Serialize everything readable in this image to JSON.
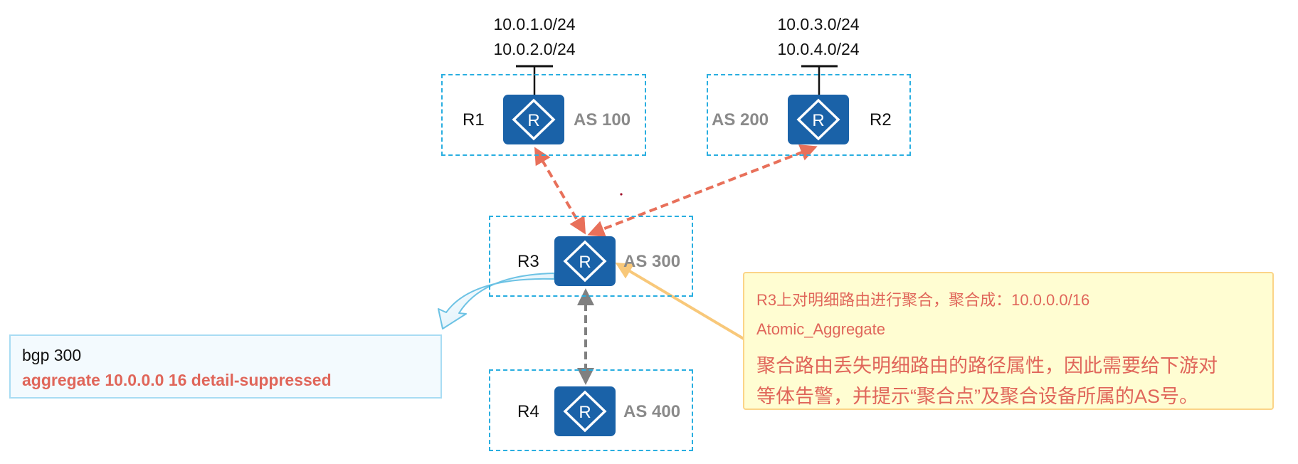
{
  "diagram": {
    "routers": [
      {
        "id": "R1",
        "name": "R1",
        "as": "AS 100",
        "subnets": [
          "10.0.1.0/24",
          "10.0.2.0/24"
        ]
      },
      {
        "id": "R2",
        "name": "R2",
        "as": "AS 200",
        "subnets": [
          "10.0.3.0/24",
          "10.0.4.0/24"
        ]
      },
      {
        "id": "R3",
        "name": "R3",
        "as": "AS 300",
        "subnets": []
      },
      {
        "id": "R4",
        "name": "R4",
        "as": "AS 400",
        "subnets": []
      }
    ],
    "router_icon_glyph": "R",
    "links": [
      {
        "from": "R1",
        "to": "R3",
        "style": "dashed",
        "direction": "bidirectional",
        "color": "#e8705a"
      },
      {
        "from": "R2",
        "to": "R3",
        "style": "dashed",
        "direction": "bidirectional",
        "color": "#e8705a"
      },
      {
        "from": "R3",
        "to": "R4",
        "style": "dashed",
        "direction": "bidirectional",
        "color": "#808080"
      }
    ],
    "config_box": {
      "line1": "bgp 300",
      "line2": "aggregate 10.0.0.0 16 detail-suppressed"
    },
    "note_box": {
      "line1": "R3上对明细路由进行聚合，聚合成：10.0.0.0/16",
      "line2": "Atomic_Aggregate",
      "line3": "聚合路由丢失明细路由的路径属性，因此需要给下游对",
      "line4": "等体告警，并提示“聚合点”及聚合设备所属的AS号。"
    },
    "colors": {
      "router_fill": "#1a62a8",
      "as_box_border": "#29aee0",
      "as_label": "#8a8a8a",
      "ebgp_link": "#e8705a",
      "ibgp_link": "#808080",
      "callout_arrow": "#f8c87a",
      "config_arrow": "#6cc2e4",
      "highlight_text": "#e0665a",
      "note_bg": "#fffdd2",
      "note_border": "#fbd488",
      "config_bg": "#f3fafe",
      "config_border": "#a8dcf3"
    }
  }
}
